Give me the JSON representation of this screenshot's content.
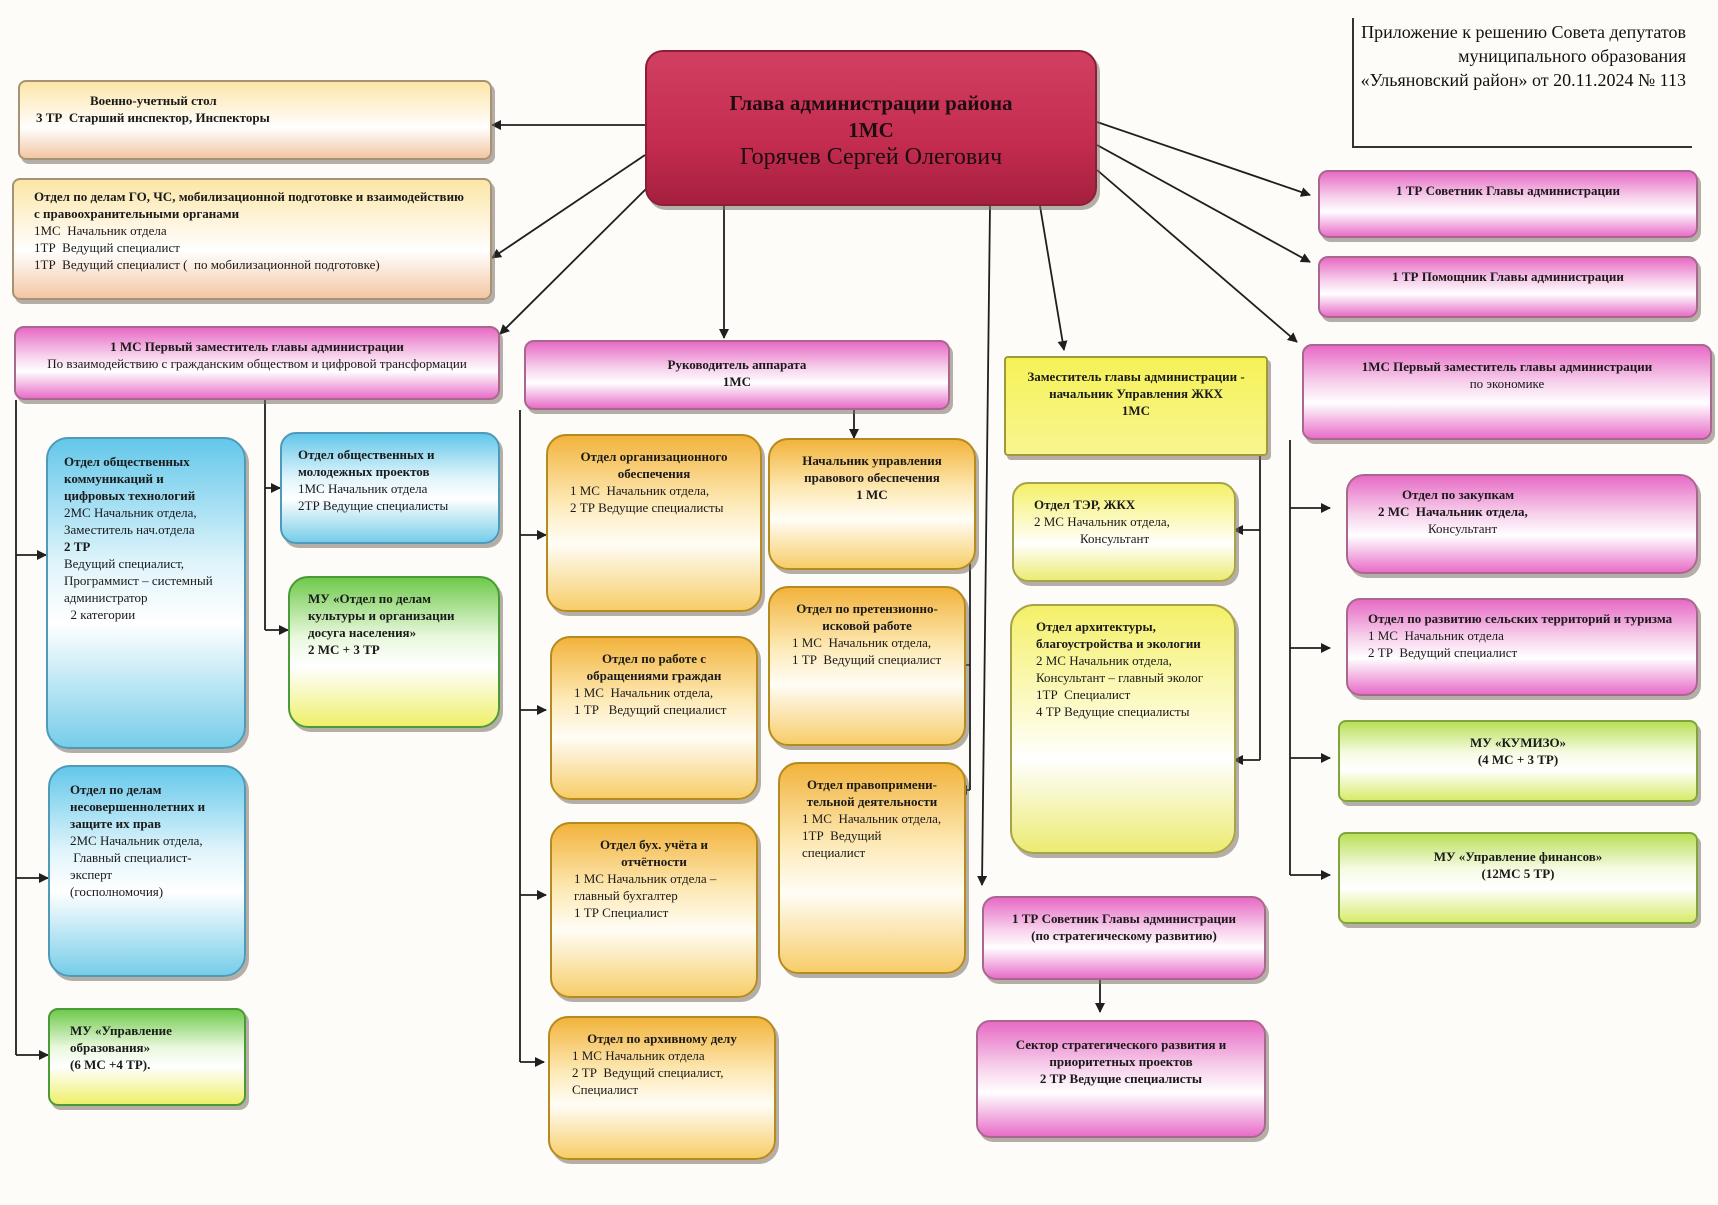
{
  "appendix": {
    "lines": [
      "Приложение",
      "к решению Совета депутатов",
      "муниципального образования",
      "«Ульяновский район»",
      "от 20.11.2024 № 113"
    ]
  },
  "head": {
    "title": "Глава администрации района",
    "rank": "1МС",
    "name": "Горячев Сергей Олегович"
  },
  "military": {
    "title": "Военно-учетный стол",
    "line": "3 ТР  Старший инспектор, Инспекторы"
  },
  "go_chs": {
    "title": "Отдел по делам ГО, ЧС, мобилизационной подготовке и взаимодействию с правоохранительными органами",
    "lines": [
      "1МС  Начальник отдела",
      "1ТР  Ведущий специалист",
      "1ТР  Ведущий специалист (  по мобилизационной подготовке)"
    ]
  },
  "first_deputy_civil": {
    "title": "1 МС Первый заместитель главы администрации",
    "subtitle": "По взаимодействию с гражданским обществом и цифровой трансформации"
  },
  "dept_comm": {
    "title": "Отдел общественных коммуникаций и цифровых технологий",
    "lines": [
      "2МС Начальник отдела,",
      "Заместитель нач.отдела",
      "2 ТР",
      "Ведущий специалист,",
      "Программист – системный администратор",
      "  2 категории"
    ]
  },
  "dept_youth": {
    "title": "Отдел общественных и молодежных проектов",
    "lines": [
      "1МС Начальник отдела",
      "2ТР Ведущие специалисты"
    ]
  },
  "mu_culture": {
    "title": "МУ «Отдел  по делам культуры  и организации досуга населения»",
    "line": "2 МС + 3 ТР"
  },
  "dept_minors": {
    "title": "Отдел по делам несовершеннолетних и защите их прав",
    "lines": [
      "2МС Начальник отдела,",
      " Главный специалист-эксперт",
      "(госполномочия)"
    ]
  },
  "mu_education": {
    "title": "МУ «Управление образования»",
    "line": "(6 МС +4 ТР)."
  },
  "apparatus": {
    "title": "Руководитель аппарата",
    "rank": "1МС"
  },
  "dept_org": {
    "title": "Отдел организационного обеспечения",
    "lines": [
      "1 МС  Начальник отдела,",
      "2 ТР Ведущие специалисты"
    ]
  },
  "legal_head": {
    "title": "Начальник управления правового обеспечения",
    "rank": "1 МС"
  },
  "dept_citizens": {
    "title": "Отдел по работе с обращениями граждан",
    "lines": [
      "1 МС  Начальник отдела,",
      "1 ТР   Ведущий специалист"
    ]
  },
  "dept_claims": {
    "title": "Отдел  по претензионно-исковой работе",
    "lines": [
      "1 МС  Начальник отдела,",
      "1 ТР  Ведущий специалист"
    ]
  },
  "dept_accounting": {
    "title": "Отдел бух. учёта  и отчётности",
    "lines": [
      "1 МС Начальник отдела – главный бухгалтер",
      "1 ТР Специалист"
    ]
  },
  "dept_law": {
    "title": "Отдел правопримени-тельной деятельности",
    "lines": [
      "1 МС  Начальник отдела,",
      "1ТР  Ведущий специалист"
    ]
  },
  "dept_archive": {
    "title": "Отдел по архивному делу",
    "lines": [
      "1 МС Начальник отдела",
      "2 ТР  Ведущий специалист, Специалист"
    ]
  },
  "deputy_housing": {
    "title": "Заместитель главы администрации - начальник Управления ЖКХ",
    "rank": "1МС"
  },
  "dept_tek": {
    "title": "Отдел  ТЭР, ЖКХ",
    "lines": [
      "2 МС Начальник отдела,",
      "Консультант"
    ]
  },
  "dept_arch": {
    "title": "Отдел архитектуры, благоустройства и экологии",
    "lines": [
      "2 МС Начальник отдела,",
      "Консультант – главный эколог",
      "1ТР  Специалист",
      "4 ТР Ведущие специалисты"
    ]
  },
  "advisor_strategy": {
    "title": "1 ТР Советник Главы администрации",
    "subtitle": "(по стратегическому развитию)"
  },
  "sector_strategy": {
    "title": "Сектор стратегического развития и приоритетных проектов",
    "line": "2 ТР Ведущие специалисты"
  },
  "advisor": {
    "title": "1 ТР Советник Главы администрации"
  },
  "assistant": {
    "title": "1 ТР Помощник Главы администрации"
  },
  "first_deputy_econ": {
    "title": "1МС Первый заместитель главы администрации",
    "subtitle": "по экономике"
  },
  "dept_purchase": {
    "title": "Отдел по закупкам",
    "lines": [
      "2 МС  Начальник отдела,",
      "Консультант"
    ]
  },
  "dept_rural": {
    "title": "Отдел по развитию сельских территорий и туризма",
    "lines": [
      "1 МС  Начальник отдела",
      "2 ТР  Ведущий специалист"
    ]
  },
  "mu_kumizo": {
    "title": "МУ «КУМИЗО»",
    "line": "(4 МС + 3 ТР)"
  },
  "mu_finance": {
    "title": "МУ «Управление финансов»",
    "line": "(12МС 5 ТР)"
  }
}
